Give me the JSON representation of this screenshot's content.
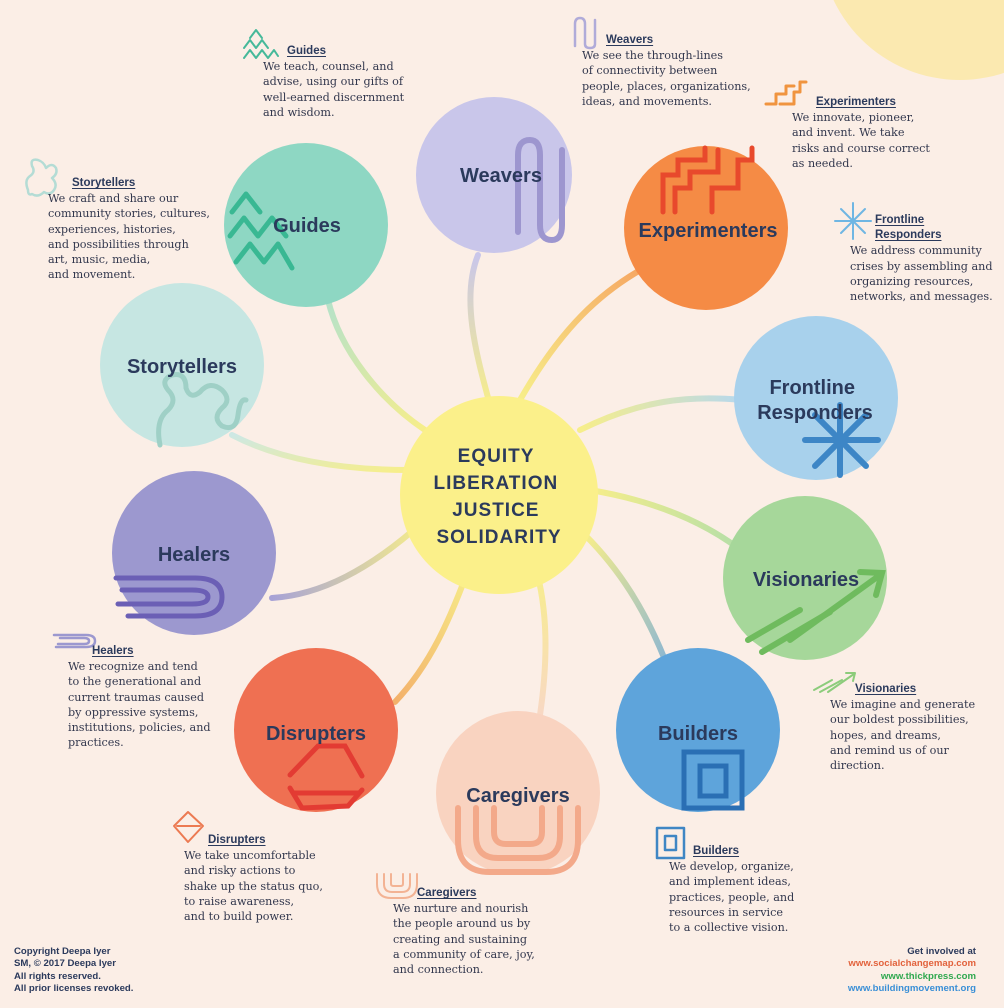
{
  "center": {
    "lines": [
      "EQUITY",
      "LIBERATION",
      "JUSTICE",
      "SOLIDARITY"
    ]
  },
  "roles": [
    {
      "key": "weavers",
      "label": "Weavers",
      "color": "#c9c6ea",
      "desc_title": "Weavers",
      "desc": "We see the through-lines\nof connectivity between\npeople, places, organizations,\nideas, and movements."
    },
    {
      "key": "experimenters",
      "label": "Experimenters",
      "color": "#f58b45",
      "desc_title": "Experimenters",
      "desc": "We innovate, pioneer,\nand invent. We take\nrisks and course correct\nas needed."
    },
    {
      "key": "frontline",
      "label_lines": [
        "Frontline",
        "Responders"
      ],
      "color": "#a8d1ec",
      "desc_title_lines": [
        "Frontline",
        "Responders"
      ],
      "desc": "We address community\ncrises by assembling and\norganizing resources,\nnetworks, and messages."
    },
    {
      "key": "visionaries",
      "label": "Visionaries",
      "color": "#a6d79a",
      "desc_title": "Visionaries",
      "desc": "We imagine and generate\nour boldest possibilities,\nhopes, and dreams,\nand remind us of our\ndirection."
    },
    {
      "key": "builders",
      "label": "Builders",
      "color": "#5ea4db",
      "desc_title": "Builders",
      "desc": "We develop, organize,\nand implement ideas,\npractices, people, and\nresources in service\nto a collective vision."
    },
    {
      "key": "caregivers",
      "label": "Caregivers",
      "color": "#f9d3c0",
      "desc_title": "Caregivers",
      "desc": "We nurture and nourish\nthe people around us by\ncreating and sustaining\na community of care, joy,\nand connection."
    },
    {
      "key": "disrupters",
      "label": "Disrupters",
      "color": "#ef7052",
      "desc_title": "Disrupters",
      "desc": "We take uncomfortable\nand risky actions to\nshake up the status quo,\nto raise awareness,\nand to build power."
    },
    {
      "key": "healers",
      "label": "Healers",
      "color": "#9c98cf",
      "desc_title": "Healers",
      "desc": "We recognize and tend\nto the generational and\ncurrent traumas caused\nby oppressive systems,\ninstitutions, policies, and\npractices."
    },
    {
      "key": "storytellers",
      "label": "Storytellers",
      "color": "#c6e6e2",
      "desc_title": "Storytellers",
      "desc": "We craft and share our\ncommunity stories, cultures,\nexperiences, histories,\nand possibilities through\nart, music, media,\nand movement."
    },
    {
      "key": "guides",
      "label": "Guides",
      "color": "#8ed7c3",
      "desc_title": "Guides",
      "desc": "We teach, counsel, and\nadvise, using our gifts of\nwell-earned discernment\nand wisdom."
    }
  ],
  "footer": {
    "copyright": "Copyright Deepa Iyer\nSM, © 2017 Deepa Iyer\nAll rights reserved.\nAll prior licenses revoked.",
    "involved_label": "Get involved at",
    "links": [
      {
        "text": "www.socialchangemap.com",
        "color": "#e2623c"
      },
      {
        "text": "www.thickpress.com",
        "color": "#2fa84f"
      },
      {
        "text": "www.buildingmovement.org",
        "color": "#3a8fd6"
      }
    ]
  }
}
